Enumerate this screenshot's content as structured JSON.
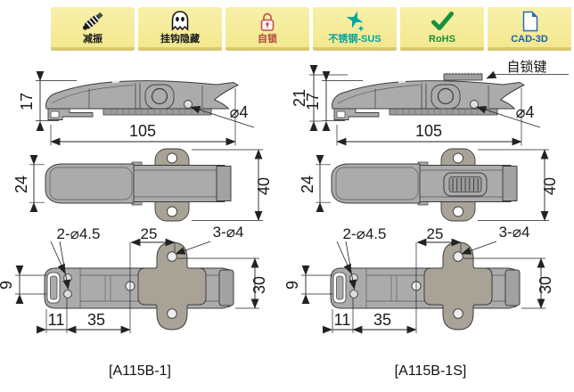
{
  "badges": [
    {
      "label": "减振",
      "icon": "shock-absorber-icon"
    },
    {
      "label": "挂钩隐藏",
      "icon": "ghost-icon"
    },
    {
      "label": "自锁",
      "icon": "padlock-icon"
    },
    {
      "label": "不锈钢-SUS",
      "icon": "sparkle-icon"
    },
    {
      "label": "RoHS",
      "icon": "check-icon"
    },
    {
      "label": "CAD-3D",
      "icon": "document-icon"
    }
  ],
  "left_drawing": {
    "model_label": "[A115B-1]",
    "dims": {
      "side_height": "17",
      "side_length": "105",
      "side_hole": "⌀4",
      "top_width": "24",
      "top_plate_length": "40",
      "front_holes": "2-⌀4.5",
      "hole_pitch": "25",
      "plate_holes": "3-⌀4",
      "slot_height": "9",
      "plate_width": "30",
      "edge_offset": "11",
      "hole_span": "35"
    }
  },
  "right_drawing": {
    "model_label": "[A115B-1S]",
    "lock_key_callout": "自锁键",
    "dims": {
      "total_height": "21",
      "side_height": "17",
      "side_length": "105",
      "side_hole": "⌀4",
      "top_width": "24",
      "top_plate_length": "40",
      "front_holes": "2-⌀4.5",
      "hole_pitch": "25",
      "plate_holes": "3-⌀4",
      "slot_height": "9",
      "plate_width": "30",
      "edge_offset": "11",
      "hole_span": "35"
    }
  },
  "colors": {
    "badge_bg": "#f5eb9a",
    "badge_edge": "#d8c873",
    "latch_body": "#ababab",
    "mount_plate": "#a8a396",
    "outline": "#3c3c3c",
    "self_lock_red": "#b04a45",
    "stainless_teal": "#00a5a0",
    "rohs_green": "#17923b",
    "cad_blue": "#1c5fae"
  }
}
